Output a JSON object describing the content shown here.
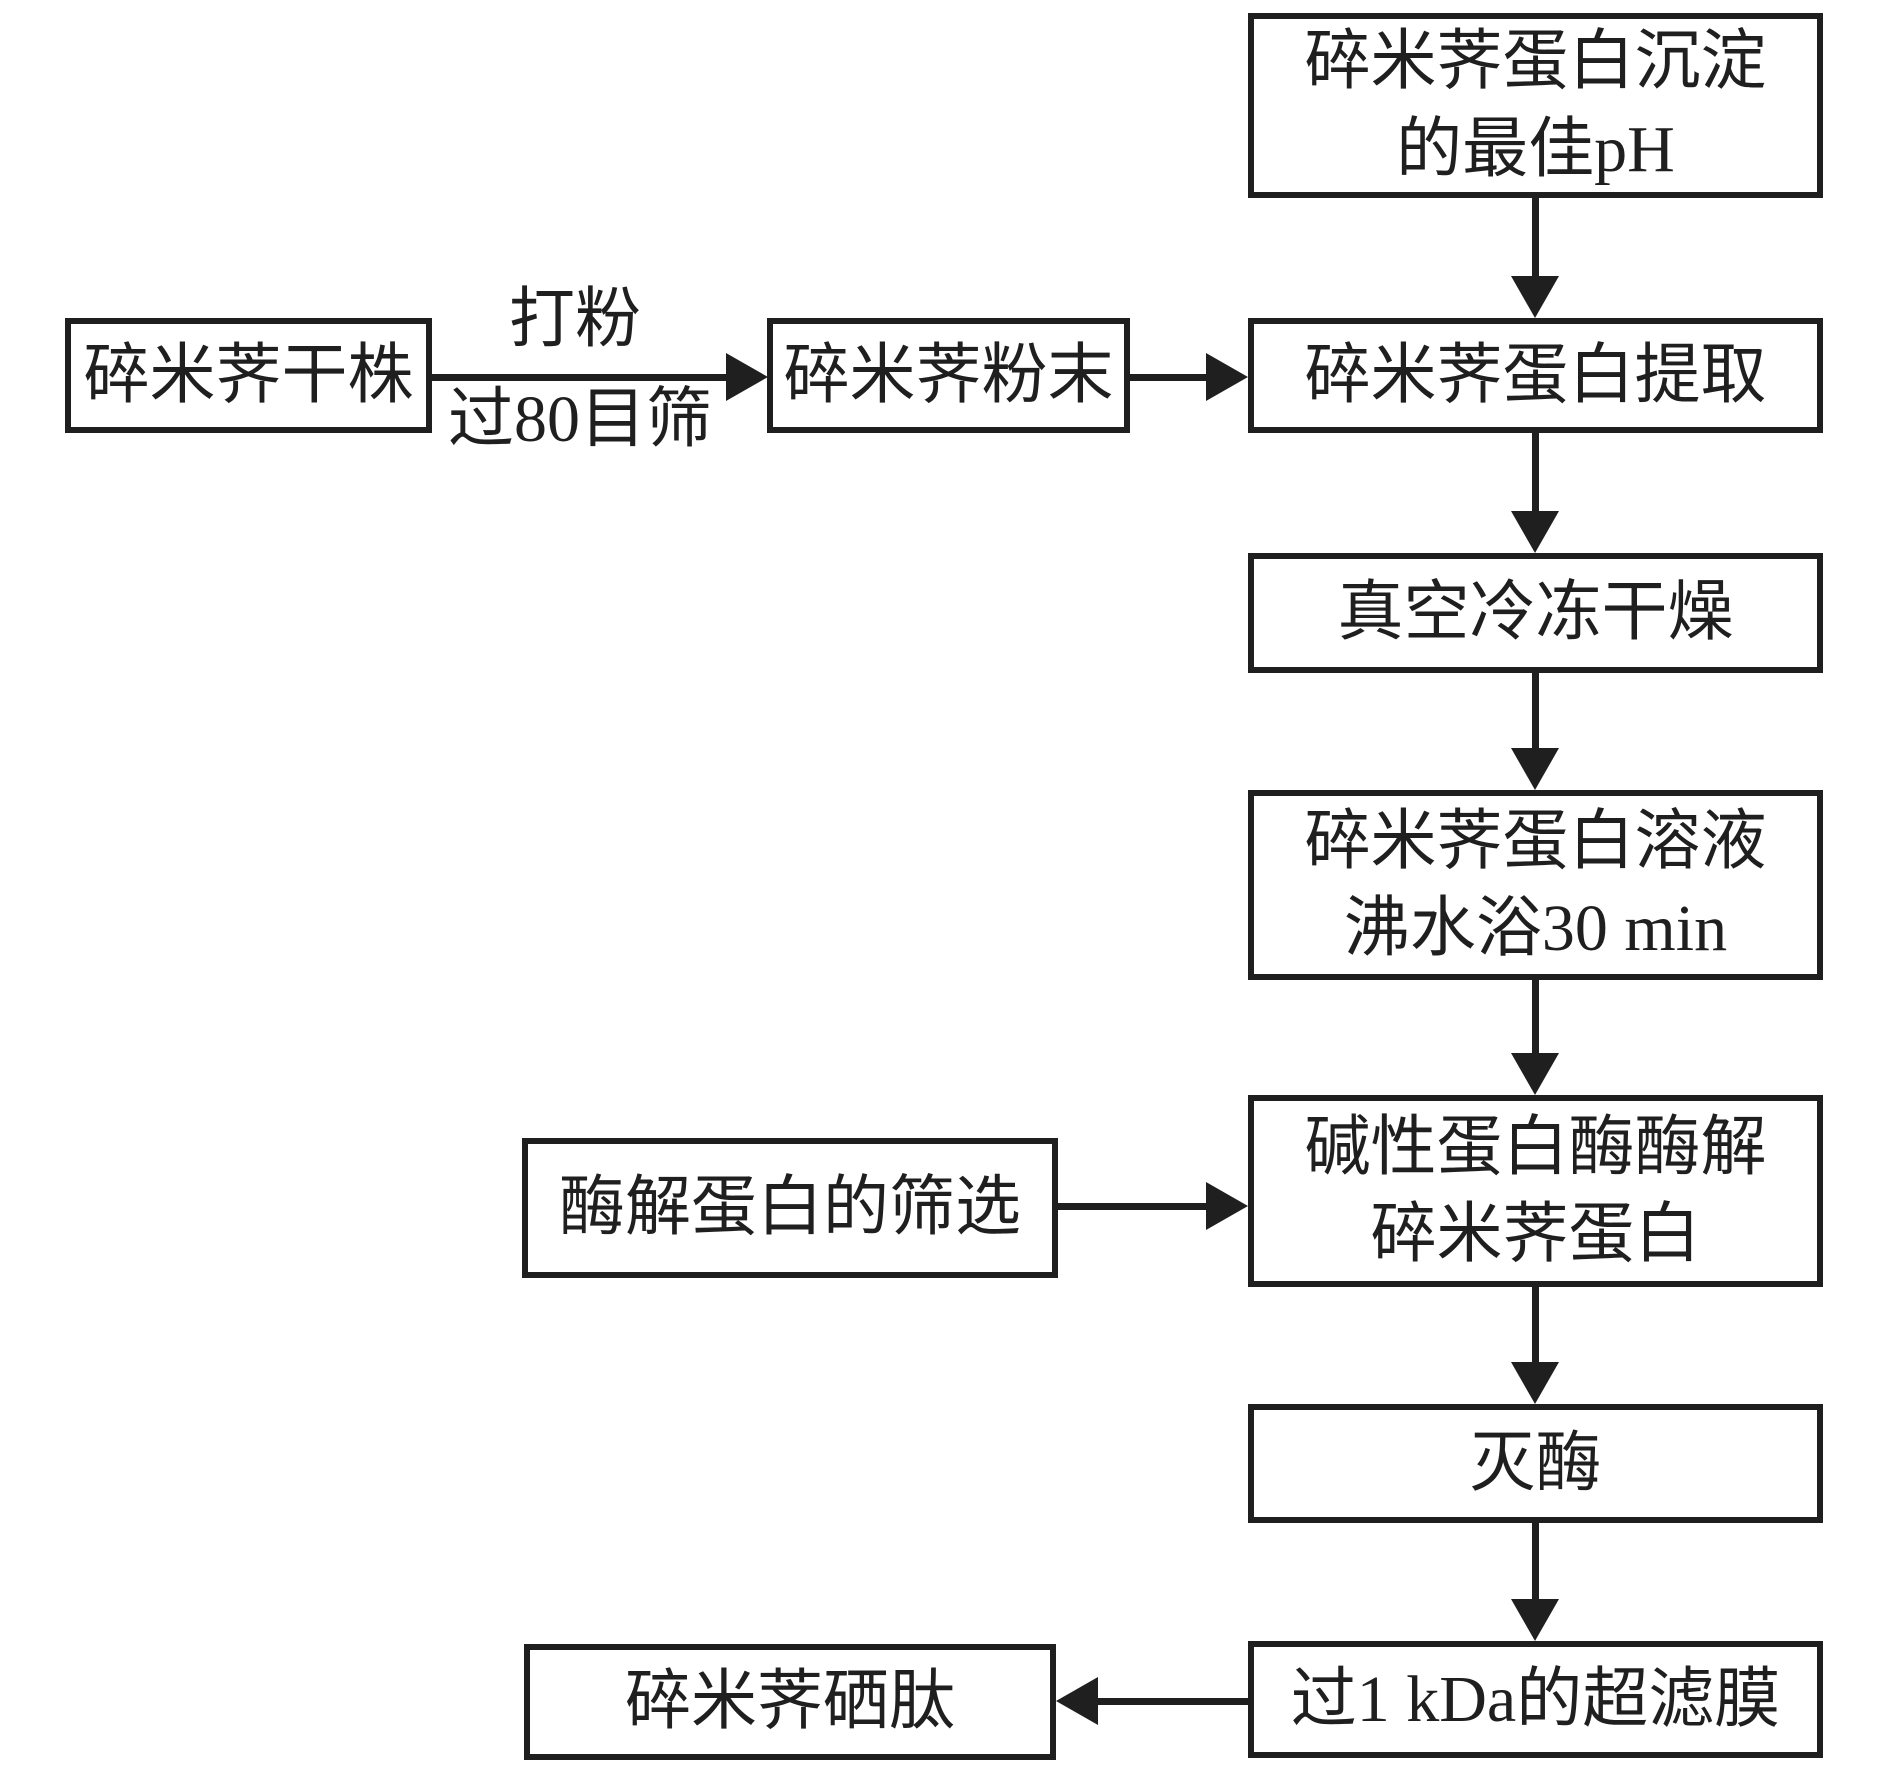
{
  "colors": {
    "ink": "#1f1f1f",
    "bg": "#ffffff"
  },
  "nodes": {
    "ph_optimal": {
      "line1": "碎米荠蛋白沉淀",
      "line2": "的最佳pH"
    },
    "dried_plant": {
      "line1": "碎米荠干株"
    },
    "powder": {
      "line1": "碎米荠粉末"
    },
    "protein_extraction": {
      "line1": "碎米荠蛋白提取"
    },
    "freeze_drying": {
      "line1": "真空冷冻干燥"
    },
    "protein_solution": {
      "line1": "碎米荠蛋白溶液",
      "line2": "沸水浴30 min"
    },
    "enzyme_screening": {
      "line1": "酶解蛋白的筛选"
    },
    "alkaline_hydrolysis": {
      "line1": "碱性蛋白酶酶解",
      "line2": "碎米荠蛋白"
    },
    "enzyme_inactivation": {
      "line1": "灭酶"
    },
    "ultrafiltration": {
      "line1": "过1 kDa的超滤膜"
    },
    "selenium_peptide": {
      "line1": "碎米荠硒肽"
    }
  },
  "edges": {
    "grind_above": "打粉",
    "grind_below": "过80目筛"
  }
}
